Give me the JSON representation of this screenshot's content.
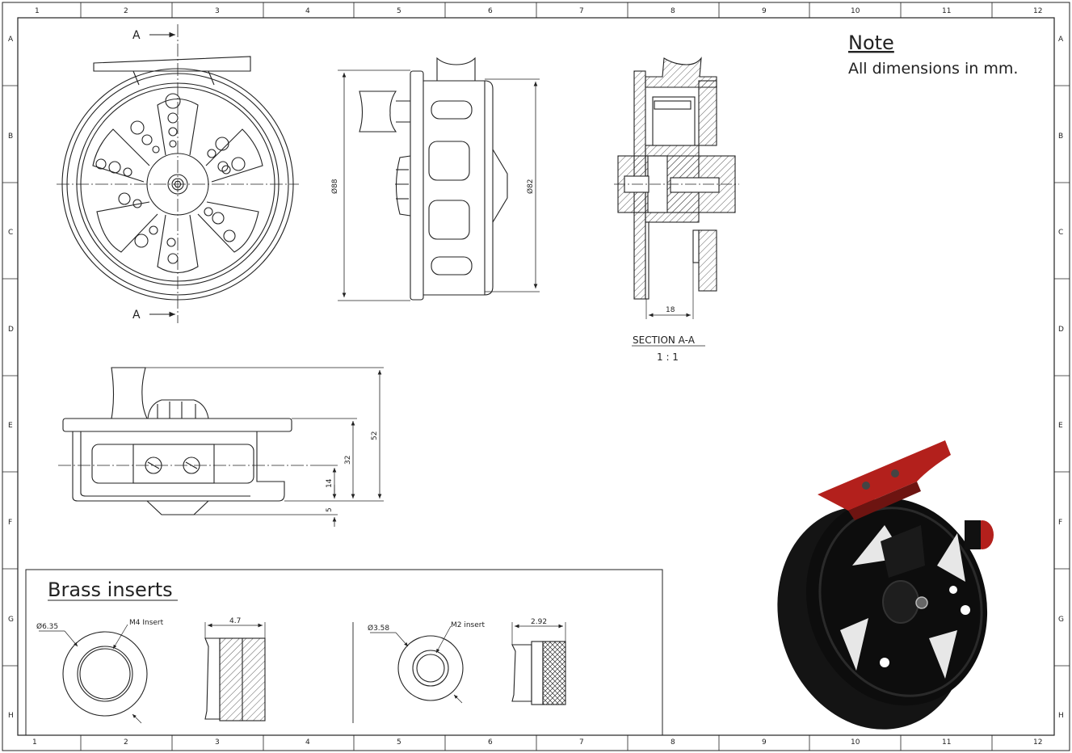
{
  "border": {
    "column_labels": [
      "1",
      "2",
      "3",
      "4",
      "5",
      "6",
      "7",
      "8",
      "9",
      "10",
      "11",
      "12"
    ],
    "row_labels": [
      "A",
      "B",
      "C",
      "D",
      "E",
      "F",
      "G",
      "H"
    ]
  },
  "note": {
    "title": "Note",
    "text": "All dimensions in mm."
  },
  "section_marks": {
    "cut_label": "A"
  },
  "side_view_dims": {
    "outer_diameter": "Ø88",
    "inner_diameter": "Ø82"
  },
  "section_view": {
    "width_dim": "18",
    "title": "SECTION A-A",
    "scale": "1 : 1"
  },
  "top_view_dims": {
    "overall_height": "52",
    "height_32": "32",
    "height_14": "14",
    "height_5": "5"
  },
  "brass_inserts": {
    "title": "Brass inserts",
    "m4": {
      "diameter": "Ø6.35",
      "callout": "M4 Insert",
      "length": "4.7"
    },
    "m2": {
      "diameter": "Ø3.58",
      "callout": "M2 insert",
      "length": "2.92"
    }
  },
  "colors": {
    "line": "#222222",
    "render_body": "#111111",
    "render_foot": "#b3201c"
  }
}
